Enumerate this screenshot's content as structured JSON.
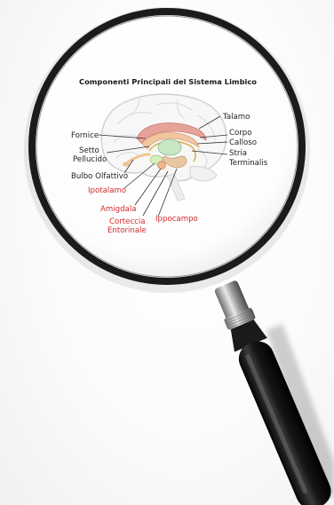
{
  "title": "Componenti Principali del Sistema Limbico",
  "labels": {
    "talamo": "Talamo",
    "fornice": "Fornice",
    "corpo": "Corpo",
    "calloso": "Calloso",
    "setto": "Setto",
    "pellucido": "Pellucido",
    "stria": "Stria",
    "terminalis": "Terminalis",
    "bulbo": "Bulbo Olfattivo",
    "ipotalamo": "Ipotalamo",
    "amigdala": "Amigdala",
    "ippocampo": "Ippocampo",
    "corteccia": "Corteccia",
    "entorinale": "Entorinale"
  },
  "colors": {
    "red_label": "#d42a2a",
    "dark_label": "#222222",
    "lens_rim": "#1b1b1b",
    "corpus_callosum": "#e6a39a",
    "thalamus": "#c9e7c5",
    "fornix": "#f2c7a0",
    "brain_outline": "#cfcfcf"
  }
}
